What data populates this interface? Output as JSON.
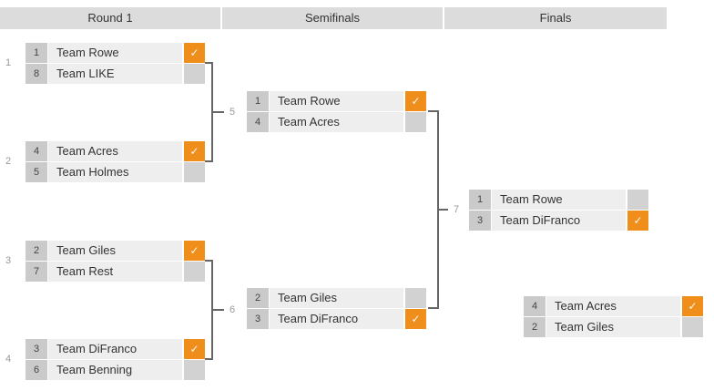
{
  "title": "Tournament bracket",
  "colors": {
    "winner_accent": "#ef8e1a",
    "row_bg": "#eeeeee",
    "seed_bg": "#cacaca",
    "unchecked_box_bg": "#d2d2d2",
    "header_bg": "#dcdcdc",
    "connector": "#666666",
    "match_number_text": "#999999",
    "team_text": "#333333"
  },
  "icons": {
    "check": "✓"
  },
  "rounds": [
    {
      "label": "Round 1"
    },
    {
      "label": "Semifinals"
    },
    {
      "label": "Finals"
    }
  ],
  "matches": [
    {
      "number": "1",
      "teams": [
        {
          "seed": "1",
          "name": "Team Rowe",
          "winner": true
        },
        {
          "seed": "8",
          "name": "Team LIKE",
          "winner": false
        }
      ]
    },
    {
      "number": "2",
      "teams": [
        {
          "seed": "4",
          "name": "Team Acres",
          "winner": true
        },
        {
          "seed": "5",
          "name": "Team Holmes",
          "winner": false
        }
      ]
    },
    {
      "number": "3",
      "teams": [
        {
          "seed": "2",
          "name": "Team Giles",
          "winner": true
        },
        {
          "seed": "7",
          "name": "Team Rest",
          "winner": false
        }
      ]
    },
    {
      "number": "4",
      "teams": [
        {
          "seed": "3",
          "name": "Team DiFranco",
          "winner": true
        },
        {
          "seed": "6",
          "name": "Team Benning",
          "winner": false
        }
      ]
    },
    {
      "number": "5",
      "teams": [
        {
          "seed": "1",
          "name": "Team Rowe",
          "winner": true
        },
        {
          "seed": "4",
          "name": "Team Acres",
          "winner": false
        }
      ]
    },
    {
      "number": "6",
      "teams": [
        {
          "seed": "2",
          "name": "Team Giles",
          "winner": false
        },
        {
          "seed": "3",
          "name": "Team DiFranco",
          "winner": true
        }
      ]
    },
    {
      "number": "7",
      "teams": [
        {
          "seed": "1",
          "name": "Team Rowe",
          "winner": false
        },
        {
          "seed": "3",
          "name": "Team DiFranco",
          "winner": true
        }
      ]
    },
    {
      "number": "",
      "teams": [
        {
          "seed": "4",
          "name": "Team Acres",
          "winner": true
        },
        {
          "seed": "2",
          "name": "Team Giles",
          "winner": false
        }
      ]
    }
  ]
}
